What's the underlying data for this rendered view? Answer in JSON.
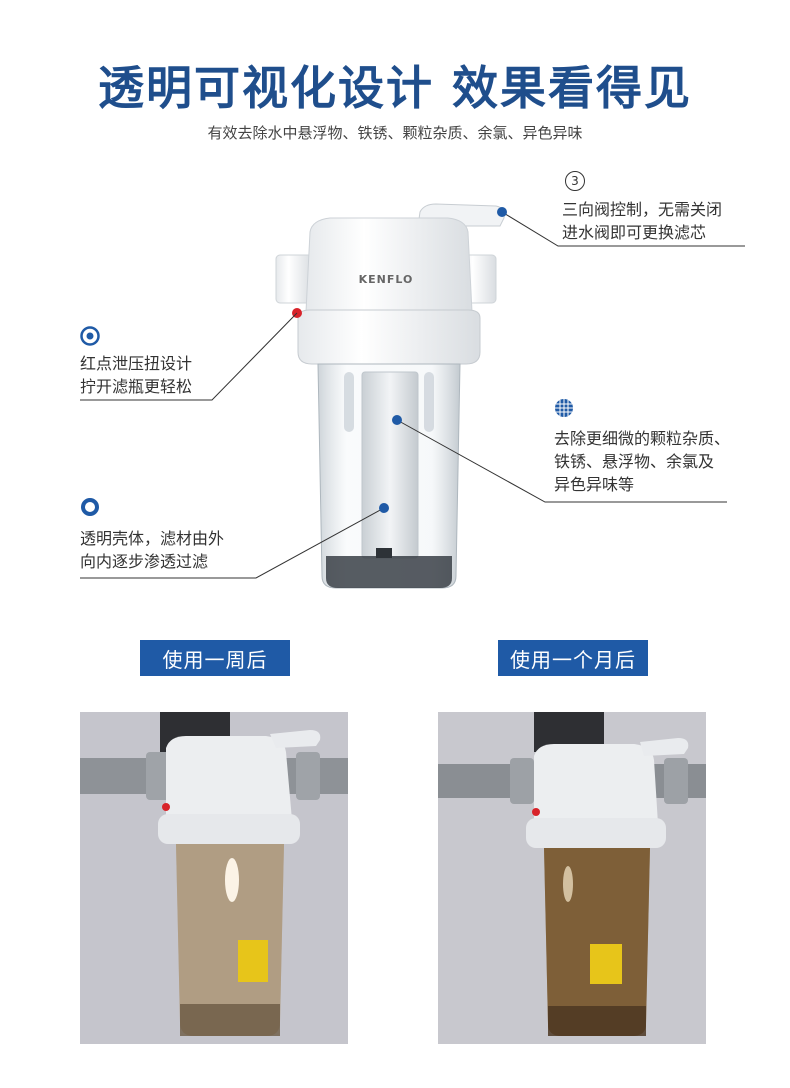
{
  "header": {
    "title": "透明可视化设计 效果看得见",
    "subtitle": "有效去除水中悬浮物、铁锈、颗粒杂质、余氯、异色异味"
  },
  "product": {
    "brand_logo": "KENFLO"
  },
  "callouts": {
    "valve": {
      "icon": "number-3-icon",
      "marker": "③",
      "line1": "三向阀控制，无需关闭",
      "line2": "进水阀即可更换滤芯"
    },
    "pressure": {
      "icon": "target-dot-icon",
      "line1": "红点泄压扭设计",
      "line2": "拧开滤瓶更轻松"
    },
    "filter": {
      "icon": "grid-globe-icon",
      "line1": "去除更细微的颗粒杂质、",
      "line2": "铁锈、悬浮物、余氯及",
      "line3": "异色异味等"
    },
    "shell": {
      "icon": "ring-icon",
      "line1": "透明壳体，滤材由外",
      "line2": "向内逐步渗透过滤"
    }
  },
  "comparison": {
    "week_label": "使用一周后",
    "month_label": "使用一个月后"
  },
  "colors": {
    "title_blue": "#1f4e8c",
    "label_bg": "#1f5aa6",
    "dot_blue": "#1f5aa6"
  }
}
